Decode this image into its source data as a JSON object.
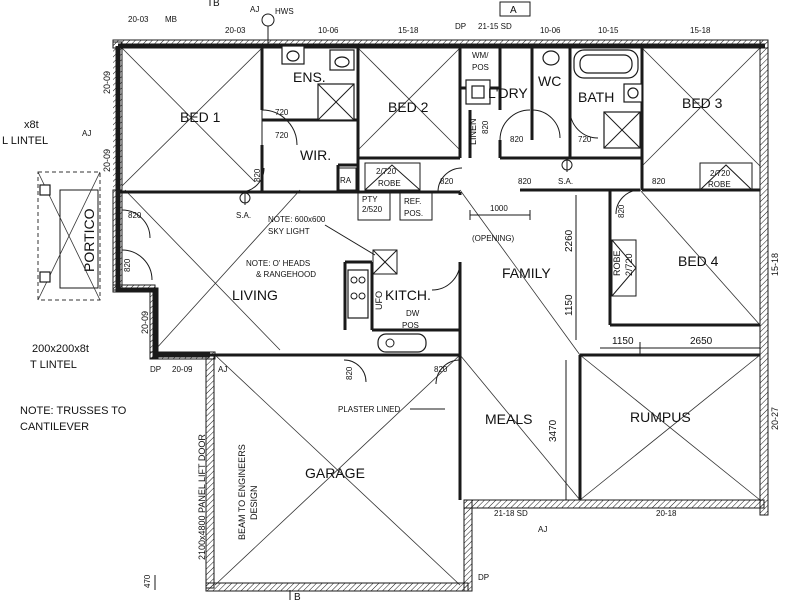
{
  "rooms": {
    "bed1": "BED 1",
    "ens": "ENS.",
    "wir": "WIR.",
    "bed2": "BED 2",
    "ldry": "L'DRY",
    "wc": "WC",
    "bath": "BATH",
    "bed3": "BED 3",
    "portico": "PORTICO",
    "living": "LIVING",
    "kitch": "KITCH.",
    "family": "FAMILY",
    "bed4": "BED 4",
    "meals": "MEALS",
    "rumpus": "RUMPUS",
    "garage": "GARAGE"
  },
  "labels": {
    "wm_pos": "WM/",
    "wm_pos2": "POS",
    "linen": "LINEN",
    "ra": "RA",
    "robe_bed2": "2/720",
    "robe_bed2b": "ROBE",
    "pty": "PTY",
    "pty_size": "2/520",
    "ref_pos": "REF.",
    "ref_pos2": "POS.",
    "robe_bed3": "2/720",
    "robe_bed3b": "ROBE",
    "robe_bed4": "ROBE",
    "robe_bed4_size": "2/720",
    "sa1": "S.A.",
    "sa2": "S.A.",
    "hws": "HWS",
    "ufo": "UFO",
    "dw_pos": "DW",
    "dw_pos2": "POS",
    "opening": "(OPENING)",
    "opening_dim": "1000",
    "plaster_lined": "PLASTER LINED",
    "beam_note": "BEAM TO ENGINEERS",
    "beam_note2": "DESIGN",
    "garage_door": "2100x4800 PANEL LIFT DOOR"
  },
  "notes": {
    "skylight": "NOTE: 600x600",
    "skylight2": "SKY LIGHT",
    "oheads": "NOTE: O' HEADS",
    "oheads2": "& RANGEHOOD",
    "trusses": "NOTE: TRUSSES TO",
    "trusses2": "CANTILEVER",
    "lintel_top": "x8t",
    "lintel_top2": "L LINTEL",
    "lintel_bottom": "200x200x8t",
    "lintel_bottom2": "T LINTEL"
  },
  "dims": {
    "d720a": "720",
    "d720b": "720",
    "d820_bed1": "820",
    "d820_ldry": "820",
    "d820_wc": "820",
    "d720_bath": "720",
    "d820_bed2": "820",
    "d820_hall": "820",
    "d820_bed3": "820",
    "d820_portico": "820",
    "d820_living": "820",
    "d820_bed4": "820",
    "d820_meals": "820",
    "d820_garage": "820",
    "d2260": "2260",
    "d1150v": "1150",
    "d1150h": "1150",
    "d2650": "2650",
    "d3470": "3470",
    "d470": "470"
  },
  "grid": {
    "top1": "20-03",
    "top_mb": "MB",
    "top2": "20-03",
    "top3": "10-06",
    "top4": "15-18",
    "top_dp": "DP",
    "top5": "21-15 SD",
    "top6": "10-06",
    "top7": "10-15",
    "top8": "15-18",
    "aj_top": "AJ",
    "aj_left": "AJ",
    "aj_mid": "AJ",
    "aj_bottom": "AJ",
    "dp_left": "DP",
    "dp_bottom": "DP",
    "left1": "20-09",
    "left2": "20-09",
    "left3": "20-09",
    "left4": "20-09",
    "right1": "15-18",
    "right2": "20-27",
    "bottom1": "21-18 SD",
    "bottom2": "20-18",
    "marker_a": "A",
    "marker_b": "B",
    "marker_b2": "B"
  }
}
